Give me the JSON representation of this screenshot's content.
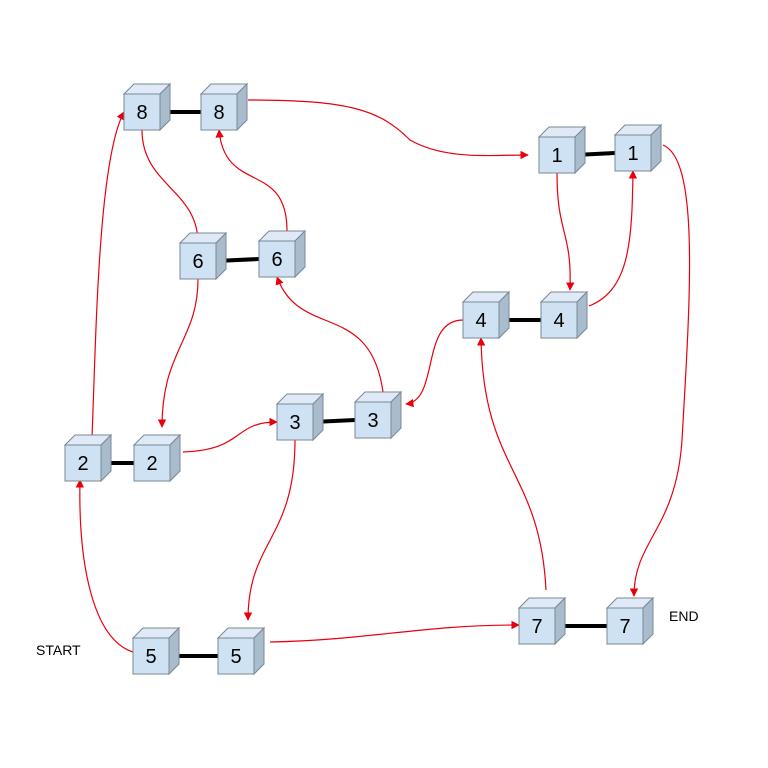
{
  "labels": {
    "start": "START",
    "end": "END"
  },
  "colors": {
    "cube_front": "#cfe2f3",
    "cube_top": "#dfeaf6",
    "cube_side": "#a9bccd",
    "cube_stroke": "#7a8896",
    "link": "#000000",
    "arrow": "#e8000b"
  },
  "cubes": [
    {
      "id": "c8a",
      "label": "8"
    },
    {
      "id": "c8b",
      "label": "8"
    },
    {
      "id": "c6a",
      "label": "6"
    },
    {
      "id": "c6b",
      "label": "6"
    },
    {
      "id": "c1a",
      "label": "1"
    },
    {
      "id": "c1b",
      "label": "1"
    },
    {
      "id": "c4a",
      "label": "4"
    },
    {
      "id": "c4b",
      "label": "4"
    },
    {
      "id": "c2a",
      "label": "2"
    },
    {
      "id": "c2b",
      "label": "2"
    },
    {
      "id": "c3a",
      "label": "3"
    },
    {
      "id": "c3b",
      "label": "3"
    },
    {
      "id": "c5a",
      "label": "5"
    },
    {
      "id": "c5b",
      "label": "5"
    },
    {
      "id": "c7a",
      "label": "7"
    },
    {
      "id": "c7b",
      "label": "7"
    }
  ],
  "links": [
    [
      "c8a",
      "c8b"
    ],
    [
      "c6a",
      "c6b"
    ],
    [
      "c1a",
      "c1b"
    ],
    [
      "c4a",
      "c4b"
    ],
    [
      "c2a",
      "c2b"
    ],
    [
      "c3a",
      "c3b"
    ],
    [
      "c5a",
      "c5b"
    ],
    [
      "c7a",
      "c7b"
    ]
  ],
  "arrows": [
    {
      "from": "c5a",
      "to": "c2a"
    },
    {
      "from": "c2a",
      "to": "c8a"
    },
    {
      "from": "c8a",
      "to": "c6a"
    },
    {
      "from": "c6a",
      "to": "c2b"
    },
    {
      "from": "c2b",
      "to": "c3a"
    },
    {
      "from": "c3a",
      "to": "c5b"
    },
    {
      "from": "c5b",
      "to": "c7a"
    },
    {
      "from": "c7a",
      "to": "c4a"
    },
    {
      "from": "c4a",
      "to": "c3b"
    },
    {
      "from": "c3b",
      "to": "c6b"
    },
    {
      "from": "c6b",
      "to": "c8b"
    },
    {
      "from": "c8b",
      "to": "c1a"
    },
    {
      "from": "c1a",
      "to": "c4b"
    },
    {
      "from": "c4b",
      "to": "c1b"
    },
    {
      "from": "c1b",
      "to": "c7b"
    }
  ]
}
